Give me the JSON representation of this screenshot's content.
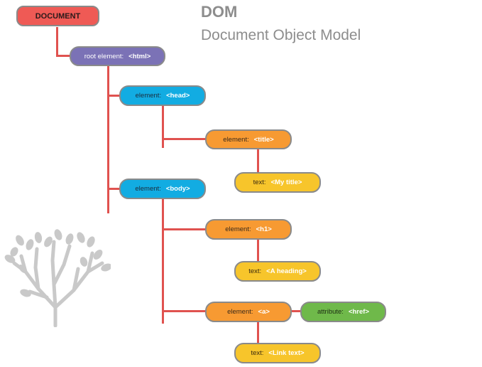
{
  "header": {
    "title": "DOM",
    "subtitle": "Document Object Model"
  },
  "nodes": {
    "document": {
      "label": "DOCUMENT"
    },
    "root": {
      "kind": "root element:",
      "tag": "<html>"
    },
    "head": {
      "kind": "element:",
      "tag": "<head>"
    },
    "title_el": {
      "kind": "element:",
      "tag": "<title>"
    },
    "title_text": {
      "kind": "text:",
      "tag": "<My title>"
    },
    "body": {
      "kind": "element:",
      "tag": "<body>"
    },
    "h1": {
      "kind": "element:",
      "tag": "<h1>"
    },
    "h1_text": {
      "kind": "text:",
      "tag": "<A heading>"
    },
    "a": {
      "kind": "element:",
      "tag": "<a>"
    },
    "href": {
      "kind": "attribute:",
      "tag": "<href>"
    },
    "a_text": {
      "kind": "text:",
      "tag": "<Link text>"
    }
  },
  "colors": {
    "connector": "#e0524f",
    "document": "#ef5a55",
    "root": "#7b72b6",
    "element_blue": "#12ace2",
    "element_orange": "#f79a32",
    "text": "#f7c52b",
    "attribute": "#6fb94a",
    "heading_text": "#8d8d8d"
  },
  "decoration": {
    "icon": "tree-icon"
  }
}
